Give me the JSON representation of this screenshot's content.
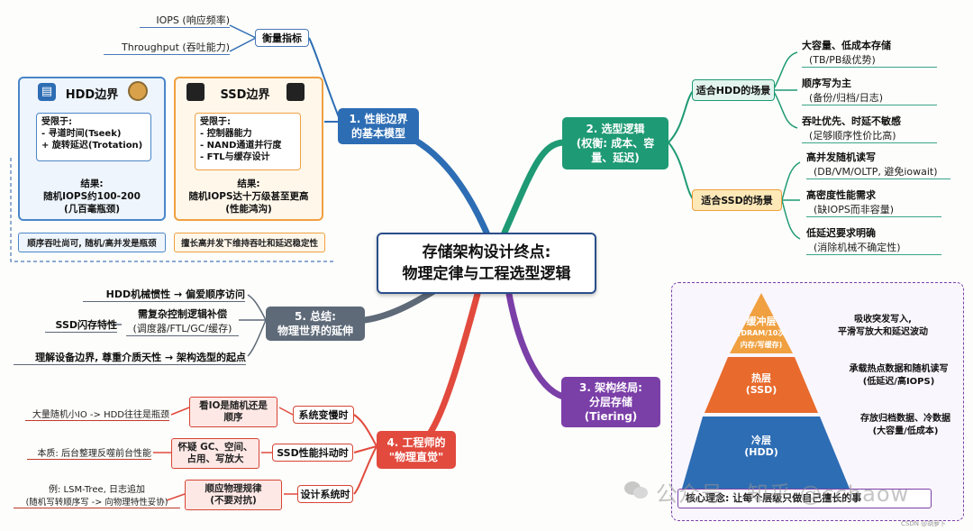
{
  "center": {
    "line1": "存储架构设计终点:",
    "line2": "物理定律与工程选型逻辑"
  },
  "topic1": {
    "line1": "1. 性能边界",
    "line2": "的基本模型"
  },
  "topic2": {
    "line1": "2. 选型逻辑",
    "line2": "(权衡: 成本、容",
    "line3": "量、延迟)"
  },
  "topic3": {
    "line1": "3. 架构终局:",
    "line2": "分层存储",
    "line3": "(Tiering)"
  },
  "topic4": {
    "line1": "4. 工程师的",
    "line2": "\"物理直觉\""
  },
  "topic5": {
    "line1": "5. 总结:",
    "line2": "物理世界的延伸"
  },
  "metrics": {
    "label": "衡量指标",
    "iops": "IOPS (响应频率)",
    "throughput": "Throughput (吞吐能力)"
  },
  "hdd": {
    "title": "HDD边界",
    "limit_head": "受限于:",
    "limit1": "- 寻道时间(Tseek)",
    "limit2": "+ 旋转延迟(Trotation)",
    "result_head": "结果:",
    "result1": "随机IOPS约100-200",
    "result2": "(几百毫瓶颈)",
    "note": "顺序吞吐尚可, 随机/高并发是瓶颈"
  },
  "ssd": {
    "title": "SSD边界",
    "limit_head": "受限于:",
    "limit1": "- 控制器能力",
    "limit2": "- NAND通道并行度",
    "limit3": "- FTL与缓存设计",
    "result_head": "结果:",
    "result1": "随机IOPS达十万级甚至更高",
    "result2": "(性能鸿沟)",
    "note": "擅长高并发下维持吞吐和延迟稳定性"
  },
  "hdd_scene": {
    "label": "适合HDD的场景",
    "items": [
      {
        "title": "大容量、低成本存储",
        "sub": "(TB/PB级优势)"
      },
      {
        "title": "顺序写为主",
        "sub": "(备份/归档/日志)"
      },
      {
        "title": "吞吐优先、时延不敏感",
        "sub": "(足够顺序性价比高)"
      }
    ]
  },
  "ssd_scene": {
    "label": "适合SSD的场景",
    "items": [
      {
        "title": "高并发随机读写",
        "sub": "(DB/VM/OLTP, 避免iowait)"
      },
      {
        "title": "高密度性能需求",
        "sub": "(缺IOPS而非容量)"
      },
      {
        "title": "低延迟要求明确",
        "sub": "(消除机械不确定性)"
      }
    ]
  },
  "pyramid": {
    "top": {
      "name": "缓冲层",
      "sub1": "(DRAM/10次",
      "sub2": "内存/写缓存)",
      "desc1": "吸收突发写入,",
      "desc2": "平滑写放大和延迟波动"
    },
    "mid": {
      "name": "热层",
      "sub": "(SSD)",
      "desc1": "承载热点数据和随机读写",
      "desc2": "(低延迟/高IOPS)"
    },
    "bot": {
      "name": "冷层",
      "sub": "(HDD)",
      "desc1": "存放归档数据、冷数据",
      "desc2": "(大容量/低成本)"
    },
    "core": "核心理念: 让每个层级只做自己擅长的事"
  },
  "summary": {
    "l1": "HDD机械惯性 → 偏爱顺序访问",
    "l2_a": "SSD闪存特性",
    "l2_b1": "需复杂控制逻辑补偿",
    "l2_b2": "(调度器/FTL/GC/缓存)",
    "l3": "理解设备边界, 尊重介质天性 → 架构选型的起点"
  },
  "engineer": {
    "rows": [
      {
        "branch": "系统变慢时",
        "box1": "看IO是随机还是",
        "box2": "顺序",
        "leaf": "大量随机小IO -> HDD往往是瓶颈"
      },
      {
        "branch": "SSD性能抖动时",
        "box1": "怀疑 GC、空间、",
        "box2": "占用、写放大",
        "leaf": "本质: 后台整理反噬前台性能"
      },
      {
        "branch": "设计系统时",
        "box1": "顺应物理规律",
        "box2": "(不要对抗)",
        "leaf1": "例: LSM-Tree, 日志追加",
        "leaf2": "(随机写转顺序写 -> 向物理特性妥协)"
      }
    ]
  },
  "watermark": {
    "text": "公众号 · 知乎 @cchaow",
    "credit": "CSDN @胡萝卜"
  },
  "colors": {
    "blue": "#2d6db4",
    "green": "#1e9a74",
    "purple": "#7b3fa8",
    "red": "#e14a3d",
    "gray": "#5e6a78",
    "orange": "#f0a040"
  }
}
